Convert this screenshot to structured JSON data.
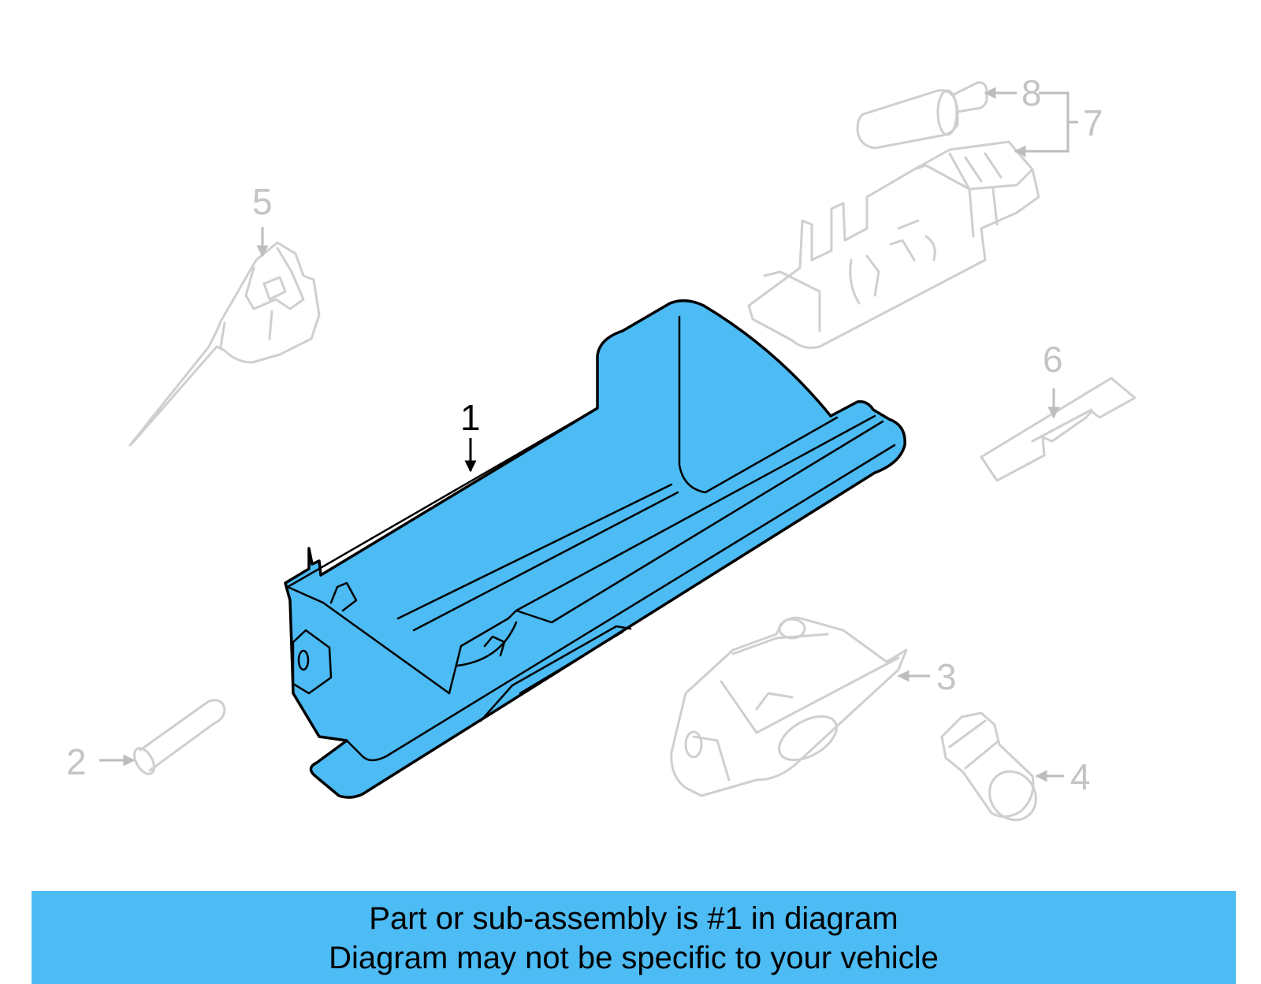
{
  "callouts": {
    "c1": "1",
    "c2": "2",
    "c3": "3",
    "c4": "4",
    "c5": "5",
    "c6": "6",
    "c7": "7",
    "c8": "8"
  },
  "banner": {
    "line1": "Part or sub-assembly is #1 in diagram",
    "line2": "Diagram may not be specific to your vehicle"
  },
  "colors": {
    "highlight": "#4dbbf4",
    "ghost_parts": "#cfcfcf"
  }
}
